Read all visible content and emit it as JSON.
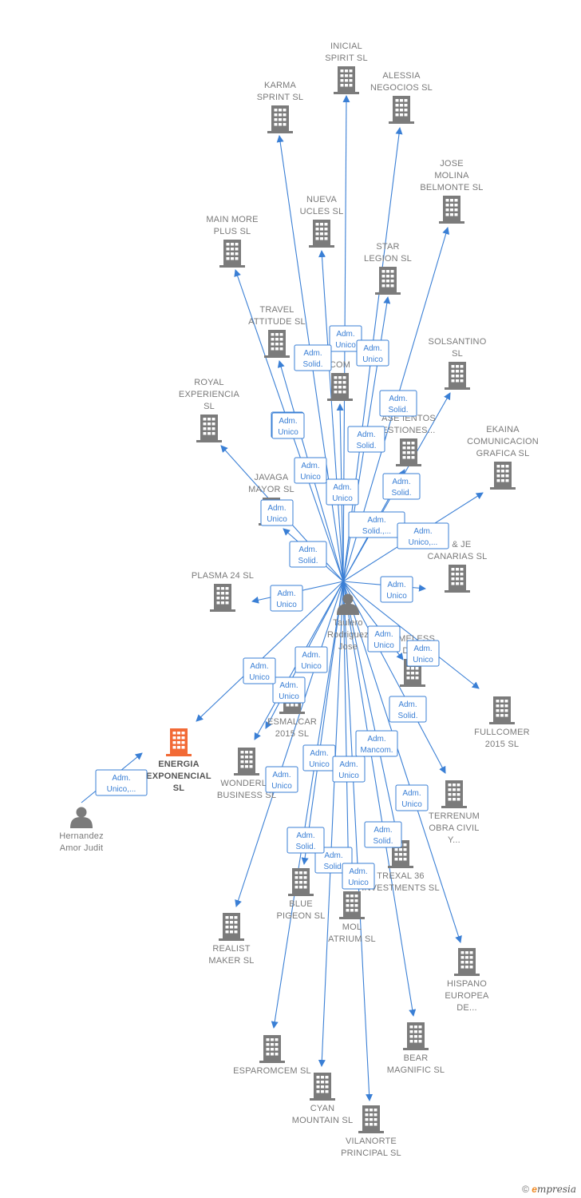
{
  "nodes": [
    {
      "id": "center",
      "type": "person",
      "label": [
        "Taulero",
        "Rodriguez",
        "Jose"
      ]
    },
    {
      "id": "inicial",
      "type": "company",
      "label": [
        "INICIAL",
        "SPIRIT  SL"
      ]
    },
    {
      "id": "alessia",
      "type": "company",
      "label": [
        "ALESSIA",
        "NEGOCIOS  SL"
      ]
    },
    {
      "id": "karma",
      "type": "company",
      "label": [
        "KARMA",
        "SPRINT  SL"
      ]
    },
    {
      "id": "jose_molina",
      "type": "company",
      "label": [
        "JOSE",
        "MOLINA",
        "BELMONTE  SL"
      ]
    },
    {
      "id": "nueva",
      "type": "company",
      "label": [
        "NUEVA",
        "UCLES  SL"
      ]
    },
    {
      "id": "main_more",
      "type": "company",
      "label": [
        "MAIN MORE",
        "PLUS  SL"
      ]
    },
    {
      "id": "star",
      "type": "company",
      "label": [
        "STAR",
        "LEGION  SL"
      ]
    },
    {
      "id": "travel",
      "type": "company",
      "label": [
        "TRAVEL",
        "ATTITUDE  SL"
      ]
    },
    {
      "id": "solsantino",
      "type": "company",
      "label": [
        "SOLSANTINO",
        "SL"
      ]
    },
    {
      "id": "com",
      "type": "company",
      "label": [
        "COM"
      ]
    },
    {
      "id": "royal",
      "type": "company",
      "label": [
        "ROYAL",
        "EXPERIENCIA",
        "SL"
      ]
    },
    {
      "id": "ase",
      "type": "company",
      "label": [
        "ASE            IENTOS",
        "ESTIONES..."
      ]
    },
    {
      "id": "ekaina",
      "type": "company",
      "label": [
        "EKAINA",
        "COMUNICACION",
        "GRAFICA  SL"
      ]
    },
    {
      "id": "javaga",
      "type": "company",
      "label": [
        "JAVAGA",
        "MAYOR  SL"
      ]
    },
    {
      "id": "je_canarias",
      "type": "company",
      "label": [
        "E & JE",
        "CANARIAS  SL"
      ]
    },
    {
      "id": "plasma",
      "type": "company",
      "label": [
        "PLASMA 24 SL"
      ]
    },
    {
      "id": "timeless",
      "type": "company",
      "label": [
        "TIMELESS",
        "D            SL"
      ]
    },
    {
      "id": "fullcomer",
      "type": "company",
      "label": [
        "FULLCOMER",
        "2015  SL"
      ]
    },
    {
      "id": "esmalcar",
      "type": "company",
      "label": [
        "ESMALCAR",
        "2015  SL"
      ]
    },
    {
      "id": "energia",
      "type": "company",
      "focus": true,
      "label": [
        "ENERGIA",
        "EXPONENCIAL",
        "SL"
      ]
    },
    {
      "id": "wonderla",
      "type": "company",
      "label": [
        "WONDERLA",
        "BUSINESS  SL"
      ]
    },
    {
      "id": "terrenum",
      "type": "company",
      "label": [
        "TERRENUM",
        "OBRA CIVIL",
        "Y..."
      ]
    },
    {
      "id": "hernandez",
      "type": "person",
      "label": [
        "Hernandez",
        "Amor Judit"
      ]
    },
    {
      "id": "trexal",
      "type": "company",
      "label": [
        "TREXAL 36",
        "INVESTMENTS SL"
      ]
    },
    {
      "id": "blue",
      "type": "company",
      "label": [
        "BLUE",
        "PIGEON  SL"
      ]
    },
    {
      "id": "mol",
      "type": "company",
      "label": [
        "MOL",
        "ATRIUM  SL"
      ]
    },
    {
      "id": "realist",
      "type": "company",
      "label": [
        "REALIST",
        "MAKER  SL"
      ]
    },
    {
      "id": "hispano",
      "type": "company",
      "label": [
        "HISPANO",
        "EUROPEA",
        "DE..."
      ]
    },
    {
      "id": "esparomcem",
      "type": "company",
      "label": [
        "ESPAROMCEM SL"
      ]
    },
    {
      "id": "bear",
      "type": "company",
      "label": [
        "BEAR",
        "MAGNIFIC  SL"
      ]
    },
    {
      "id": "cyan",
      "type": "company",
      "label": [
        "CYAN",
        "MOUNTAIN  SL"
      ]
    },
    {
      "id": "vilanorte",
      "type": "company",
      "label": [
        "VILANORTE",
        "PRINCIPAL  SL"
      ]
    }
  ],
  "edges": [
    {
      "from": "center",
      "to": "inicial",
      "role": [
        "Adm.",
        "Unico"
      ]
    },
    {
      "from": "center",
      "to": "alessia",
      "role": [
        "Adm.",
        "Unico"
      ]
    },
    {
      "from": "center",
      "to": "karma",
      "role": [
        "Adm.",
        "Unico"
      ]
    },
    {
      "from": "center",
      "to": "jose_molina",
      "role": [
        "Adm.",
        "Solid."
      ]
    },
    {
      "from": "center",
      "to": "nueva",
      "role": [
        "Adm.",
        "Solid."
      ]
    },
    {
      "from": "center",
      "to": "main_more",
      "role": [
        "Adm.",
        "Unico"
      ]
    },
    {
      "from": "center",
      "to": "star",
      "role": [
        "Adm.",
        "Solid."
      ]
    },
    {
      "from": "center",
      "to": "travel",
      "role": [
        "Adm.",
        "Unico"
      ]
    },
    {
      "from": "center",
      "to": "solsantino",
      "role": [
        "Adm.",
        "Solid."
      ]
    },
    {
      "from": "center",
      "to": "com",
      "role": [
        "Adm.",
        "Unico"
      ]
    },
    {
      "from": "center",
      "to": "royal",
      "role": [
        "Adm.",
        "Unico"
      ]
    },
    {
      "from": "center",
      "to": "ase",
      "role": [
        "Adm.",
        "Solid.,..."
      ]
    },
    {
      "from": "center",
      "to": "ekaina",
      "role": [
        "Adm.",
        "Unico,..."
      ]
    },
    {
      "from": "center",
      "to": "javaga",
      "role": [
        "Adm.",
        "Solid."
      ]
    },
    {
      "from": "center",
      "to": "je_canarias",
      "role": [
        "Adm.",
        "Unico"
      ]
    },
    {
      "from": "center",
      "to": "plasma",
      "role": [
        "Adm.",
        "Unico"
      ]
    },
    {
      "from": "center",
      "to": "timeless",
      "role": [
        "Adm.",
        "Solid."
      ]
    },
    {
      "from": "center",
      "to": "fullcomer",
      "role": [
        "Adm.",
        "Unico"
      ]
    },
    {
      "from": "center",
      "to": "esmalcar",
      "role": [
        "Adm.",
        "Unico"
      ]
    },
    {
      "from": "center",
      "to": "energia",
      "role": [
        "Adm.",
        "Unico"
      ]
    },
    {
      "from": "center",
      "to": "wonderla",
      "role": [
        "Adm.",
        "Unico"
      ]
    },
    {
      "from": "center",
      "to": "terrenum",
      "role": [
        "Adm.",
        "Unico"
      ]
    },
    {
      "from": "hernandez",
      "to": "energia",
      "role": [
        "Adm.",
        "Unico,..."
      ]
    },
    {
      "from": "center",
      "to": "trexal",
      "role": [
        "Adm.",
        "Solid."
      ]
    },
    {
      "from": "center",
      "to": "blue",
      "role": [
        "Adm.",
        "Unico"
      ]
    },
    {
      "from": "center",
      "to": "mol",
      "role": [
        "Adm.",
        "Unico"
      ]
    },
    {
      "from": "center",
      "to": "realist",
      "role": [
        "Adm.",
        "Unico"
      ]
    },
    {
      "from": "center",
      "to": "hispano",
      "role": [
        "Adm.",
        "Mancom."
      ]
    },
    {
      "from": "center",
      "to": "esparomcem",
      "role": [
        "Adm.",
        "Solid."
      ]
    },
    {
      "from": "center",
      "to": "bear",
      "role": [
        "Adm.",
        "Unico"
      ]
    },
    {
      "from": "center",
      "to": "cyan",
      "role": [
        "Adm.",
        "Solid."
      ]
    },
    {
      "from": "center",
      "to": "vilanorte",
      "role": [
        "Adm.",
        "Unico"
      ]
    }
  ],
  "colors": {
    "edge": "#3a7fd5",
    "company": "#7b7b7b",
    "focus_company": "#f26a36",
    "person": "#7b7b7b"
  },
  "footer": {
    "copyright": "©",
    "brand_initial": "e",
    "brand_rest": "mpresia"
  }
}
